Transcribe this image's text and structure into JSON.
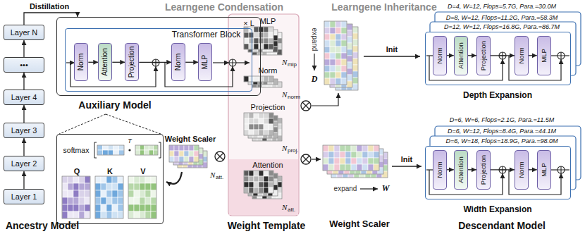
{
  "diagram": {
    "nodes": [
      {
        "text": [
          "Layer N"
        ]
      },
      {
        "text": [
          "•••"
        ]
      },
      {
        "text": [
          "Layer 4"
        ]
      },
      {
        "text": [
          "Layer 3"
        ]
      },
      {
        "text": [
          "Layer 2"
        ]
      },
      {
        "text": [
          "Layer 1"
        ]
      },
      {
        "text": [
          "× L",
          "Auxiliary Model"
        ]
      },
      {
        "text": [
          "Transformer Block"
        ],
        "in": 6
      },
      {
        "text": [
          "Norm"
        ],
        "in": 7
      },
      {
        "text": [
          "Attention"
        ],
        "in": 7
      },
      {
        "text": [
          "Projection"
        ],
        "in": 7
      },
      {
        "text": [
          "Norm"
        ],
        "in": 7
      },
      {
        "text": [
          "MLP"
        ],
        "in": 7
      },
      {
        "text": [
          "softmax",
          "T",
          "Q",
          "K",
          "V"
        ]
      },
      {
        "text": [
          "D=12, W=12, Flops=16.8G, Para.=86.7M",
          "Depth Expansion"
        ]
      },
      {
        "text": [
          "Norm"
        ],
        "in": 14
      },
      {
        "text": [
          "Attention"
        ],
        "in": 14
      },
      {
        "text": [
          "Projection"
        ],
        "in": 14
      },
      {
        "text": [
          "Norm"
        ],
        "in": 14
      },
      {
        "text": [
          "MLP"
        ],
        "in": 14
      },
      {
        "text": [
          "D=6, W=18, Flops=18.9G, Para.=98.0M",
          "Width Expansion"
        ]
      },
      {
        "text": [
          "Norm"
        ],
        "in": 20
      },
      {
        "text": [
          "Attention"
        ],
        "in": 20
      },
      {
        "text": [
          "Projection"
        ],
        "in": 20
      },
      {
        "text": [
          "Norm"
        ],
        "in": 20
      },
      {
        "text": [
          "MLP"
        ],
        "in": 20
      }
    ],
    "edges": [
      {
        "from": 5,
        "to": 4,
        "arrow": "to"
      },
      {
        "from": 4,
        "to": 3,
        "arrow": "to"
      },
      {
        "from": 3,
        "to": 2,
        "arrow": "to"
      },
      {
        "from": 2,
        "to": 1,
        "arrow": "to"
      },
      {
        "from": 1,
        "to": 0,
        "arrow": "to"
      },
      {
        "from": 0,
        "to": 6,
        "label": "Distillation",
        "arrow": "to"
      },
      {
        "from": 8,
        "to": 9,
        "arrow": "to"
      },
      {
        "from": 9,
        "to": 10,
        "arrow": "to"
      },
      {
        "from": 10,
        "to": 11,
        "arrow": "to"
      },
      {
        "from": 11,
        "to": 12,
        "arrow": "to"
      },
      {
        "from": 15,
        "to": 16,
        "arrow": "to"
      },
      {
        "from": 16,
        "to": 17,
        "arrow": "to"
      },
      {
        "from": 17,
        "to": 18,
        "arrow": "to"
      },
      {
        "from": 18,
        "to": 19,
        "arrow": "to"
      },
      {
        "from": 21,
        "to": 22,
        "arrow": "to"
      },
      {
        "from": 22,
        "to": 23,
        "arrow": "to"
      },
      {
        "from": 23,
        "to": 24,
        "arrow": "to"
      },
      {
        "from": 24,
        "to": 25,
        "arrow": "to"
      }
    ],
    "labels": [
      "Learngene Condensation",
      "Learngene Inheritance",
      "Ancestry Model",
      "Weight Scaler",
      "N",
      "att.",
      "MLP",
      "N",
      "mlp",
      "Norm",
      "N",
      "norm",
      "Projection",
      "N",
      "proj.",
      "Attention",
      "N",
      "att.",
      "Weight Template",
      "expand",
      "D",
      "Init",
      "D=4, W=12, Flops=5.7G, Para.=30.0M",
      "D=8, W=12, Flops=11.2G, Para.=58.3M",
      "expand",
      "W",
      "Weight Scaler",
      "Init",
      "D=6, W=6, Flops=2.1G, Para.=11.5M",
      "D=6, W=12, Flops=8.4G, Para.=44.1M",
      "Descendant Model"
    ]
  }
}
